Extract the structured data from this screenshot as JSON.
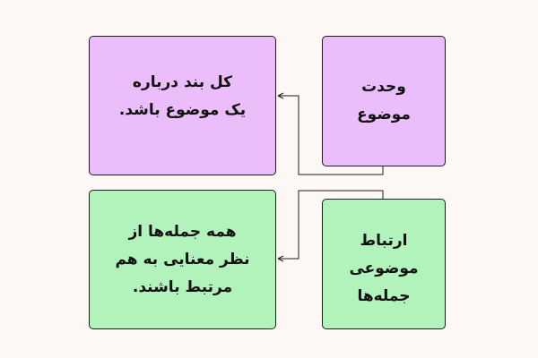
{
  "colors": {
    "purple": "#ebbdfb",
    "green": "#b2f2bb",
    "line": "#1e1e1e"
  },
  "nodes": {
    "topic_unity": {
      "label": "وحدت\nموضوع"
    },
    "topic_unity_desc": {
      "label": "کل بند درباره\nیک موضوع باشد."
    },
    "sentence_relation": {
      "label": "ارتباط\nموضوعی\nجمله‌ها"
    },
    "sentence_relation_desc": {
      "label": "همه جمله‌ها از\nنظر معنایی به هم\nمرتبط باشند."
    }
  }
}
